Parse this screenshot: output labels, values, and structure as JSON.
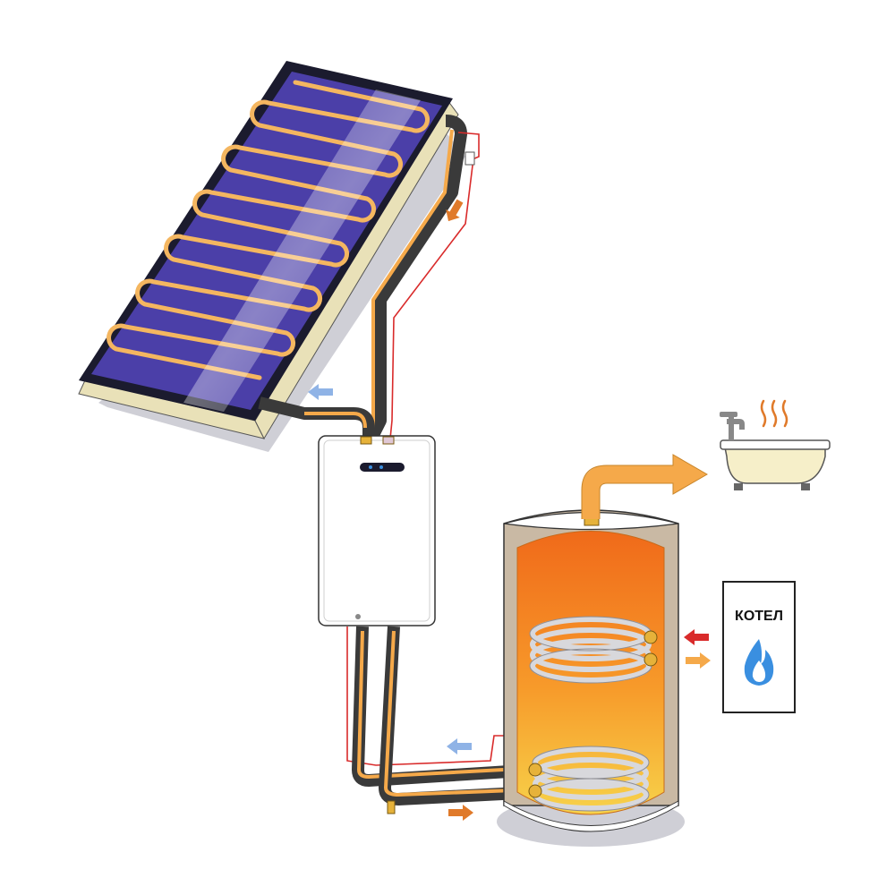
{
  "diagram": {
    "boiler": {
      "label": "КОТЕЛ",
      "icon": "flame-icon"
    },
    "components": [
      "solar-collector",
      "pump-controller",
      "storage-tank",
      "bathtub",
      "boiler"
    ],
    "flows": [
      {
        "name": "collector-to-controller",
        "direction": "down",
        "color": "#e07a2a"
      },
      {
        "name": "controller-to-collector",
        "direction": "left",
        "color": "#8fb3e6"
      },
      {
        "name": "hot-water-to-bath",
        "direction": "right",
        "color": "#f5a94a"
      },
      {
        "name": "boiler-supply-in",
        "direction": "left",
        "color": "#d92b2b"
      },
      {
        "name": "boiler-return-out",
        "direction": "right",
        "color": "#f5a94a"
      },
      {
        "name": "tank-coil-return",
        "direction": "left",
        "color": "#8fb3e6"
      },
      {
        "name": "controller-to-tank-coil",
        "direction": "right",
        "color": "#e07a2a"
      }
    ],
    "colors": {
      "panel": "#4b3fa8",
      "panel_frame": "#1b1b2e",
      "pipe_hot": "#f5a94a",
      "pipe_insulation": "#3a3a3a",
      "sensor_wire": "#d92b2b",
      "tank_hot": "#f06a1a",
      "tank_warm": "#f7c844",
      "tank_shell": "#c9b9a4",
      "flame": "#3a8fe0"
    }
  }
}
